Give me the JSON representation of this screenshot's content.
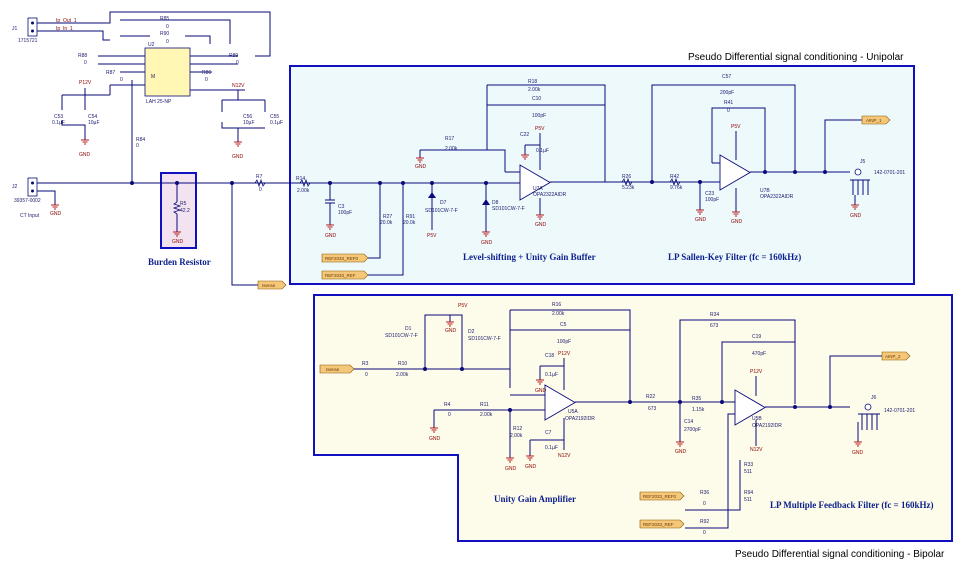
{
  "sections": {
    "unipolar_title": "Pseudo Differential signal conditioning - Unipolar",
    "bipolar_title": "Pseudo Differential signal conditioning - Bipolar",
    "burden": "Burden Resistor",
    "levelshift": "Level-shifting + Unity Gain Buffer",
    "sallen": "LP Sallen-Key Filter (fc = 160kHz)",
    "unity": "Unity Gain Amplifier",
    "mfb": "LP Multiple Feedback Filter (fc = 160kHz)"
  },
  "connectors": {
    "j1_ref": "J1",
    "j1_part": "1715721",
    "j1_pin1": "Ip_Out_1",
    "j1_pin2": "Ip_In_1",
    "j2_ref": "J2",
    "j2_part": "39357-0002",
    "j2_label": "CT Input",
    "j5_ref": "J5",
    "j5_part": "142-0701-201",
    "j6_ref": "J6",
    "j6_part": "142-0701-201"
  },
  "parts": {
    "u2": "U2",
    "u2_part": "LAH 25-NP",
    "u2_m": "M",
    "r85": "R85",
    "r85v": "0",
    "r90": "R90",
    "r90v": "0",
    "r88": "R88",
    "r88v": "0",
    "r89": "R89",
    "r89v": "0",
    "r87": "R87",
    "r87v": "0",
    "r86": "R86",
    "r86v": "0",
    "c53": "C53",
    "c53v": "0.1µF",
    "c54": "C54",
    "c54v": "10µF",
    "c56": "C56",
    "c56v": "10µF",
    "c55": "C55",
    "c55v": "0.1µF",
    "r84": "R84",
    "r84v": "0",
    "r5": "R5",
    "r5v": "42.2",
    "r7": "R7",
    "r7v": "0",
    "r14": "R14",
    "r14v": "2.00k",
    "c3": "C3",
    "c3v": "100pF",
    "r27": "R27",
    "r27v": "20.0k",
    "r91": "R91",
    "r91v": "20.0k",
    "d7": "D7",
    "d7v": "SD101CW-7-F",
    "d8": "D8",
    "d8v": "SD101CW-7-F",
    "r17": "R17",
    "r17v": "2.00k",
    "r18": "R18",
    "r18v": "2.00k",
    "c10": "C10",
    "c10v": "100pF",
    "c22": "C22",
    "c22v": "0.1µF",
    "u7a": "U7A",
    "u7a_part": "OPA2322AIDR",
    "r26": "R26",
    "r26v": "5.23k",
    "r42": "R42",
    "r42v": "9.76k",
    "c23": "C23",
    "c23v": "100pF",
    "c57": "C57",
    "c57v": "200pF",
    "r41": "R41",
    "r41v": "0",
    "u7b": "U7B",
    "u7b_part": "OPA2322AIDR",
    "d1": "D1",
    "d1v": "SD101CW-7-F",
    "d2": "D2",
    "d2v": "SD101CW-7-F",
    "r3": "R3",
    "r3v": "0",
    "r10": "R10",
    "r10v": "2.00k",
    "r16": "R16",
    "r16v": "2.00k",
    "c5": "C5",
    "c5v": "100pF",
    "c18": "C18",
    "c18v": "0.1µF",
    "u5a": "U5A",
    "u5a_part": "OPA2192IDR",
    "r4": "R4",
    "r4v": "0",
    "r11": "R11",
    "r11v": "2.00k",
    "r12": "R12",
    "r12v": "2.00k",
    "c7": "C7",
    "c7v": "0.1µF",
    "r22": "R22",
    "r22v": "673",
    "c14": "C14",
    "c14v": "2700pF",
    "r35": "R35",
    "r35v": "1.15k",
    "r34": "R34",
    "r34v": "673",
    "c19": "C19",
    "c19v": "470pF",
    "u5b": "U5B",
    "u5b_part": "OPA2192IDR",
    "r33": "R33",
    "r33v": "511",
    "r94": "R94",
    "r94v": "511",
    "r36": "R36",
    "r36v": "0",
    "r92": "R92",
    "r92v": "0"
  },
  "nets": {
    "gnd": "GND",
    "p12v": "P12V",
    "n12v": "N12V",
    "p5v": "P5V",
    "ref0": "REF2033_REF0",
    "ref": "REF2033_REF",
    "isense": "Isense",
    "ainp1": "AINP_1",
    "ainp2": "AINP_2"
  },
  "colors": {
    "unipolar_fill": "#eef9fc",
    "bipolar_fill": "#fdfbe9",
    "box_stroke": "#1010c0",
    "wire": "#0a0a7a",
    "power": "#b00000"
  }
}
